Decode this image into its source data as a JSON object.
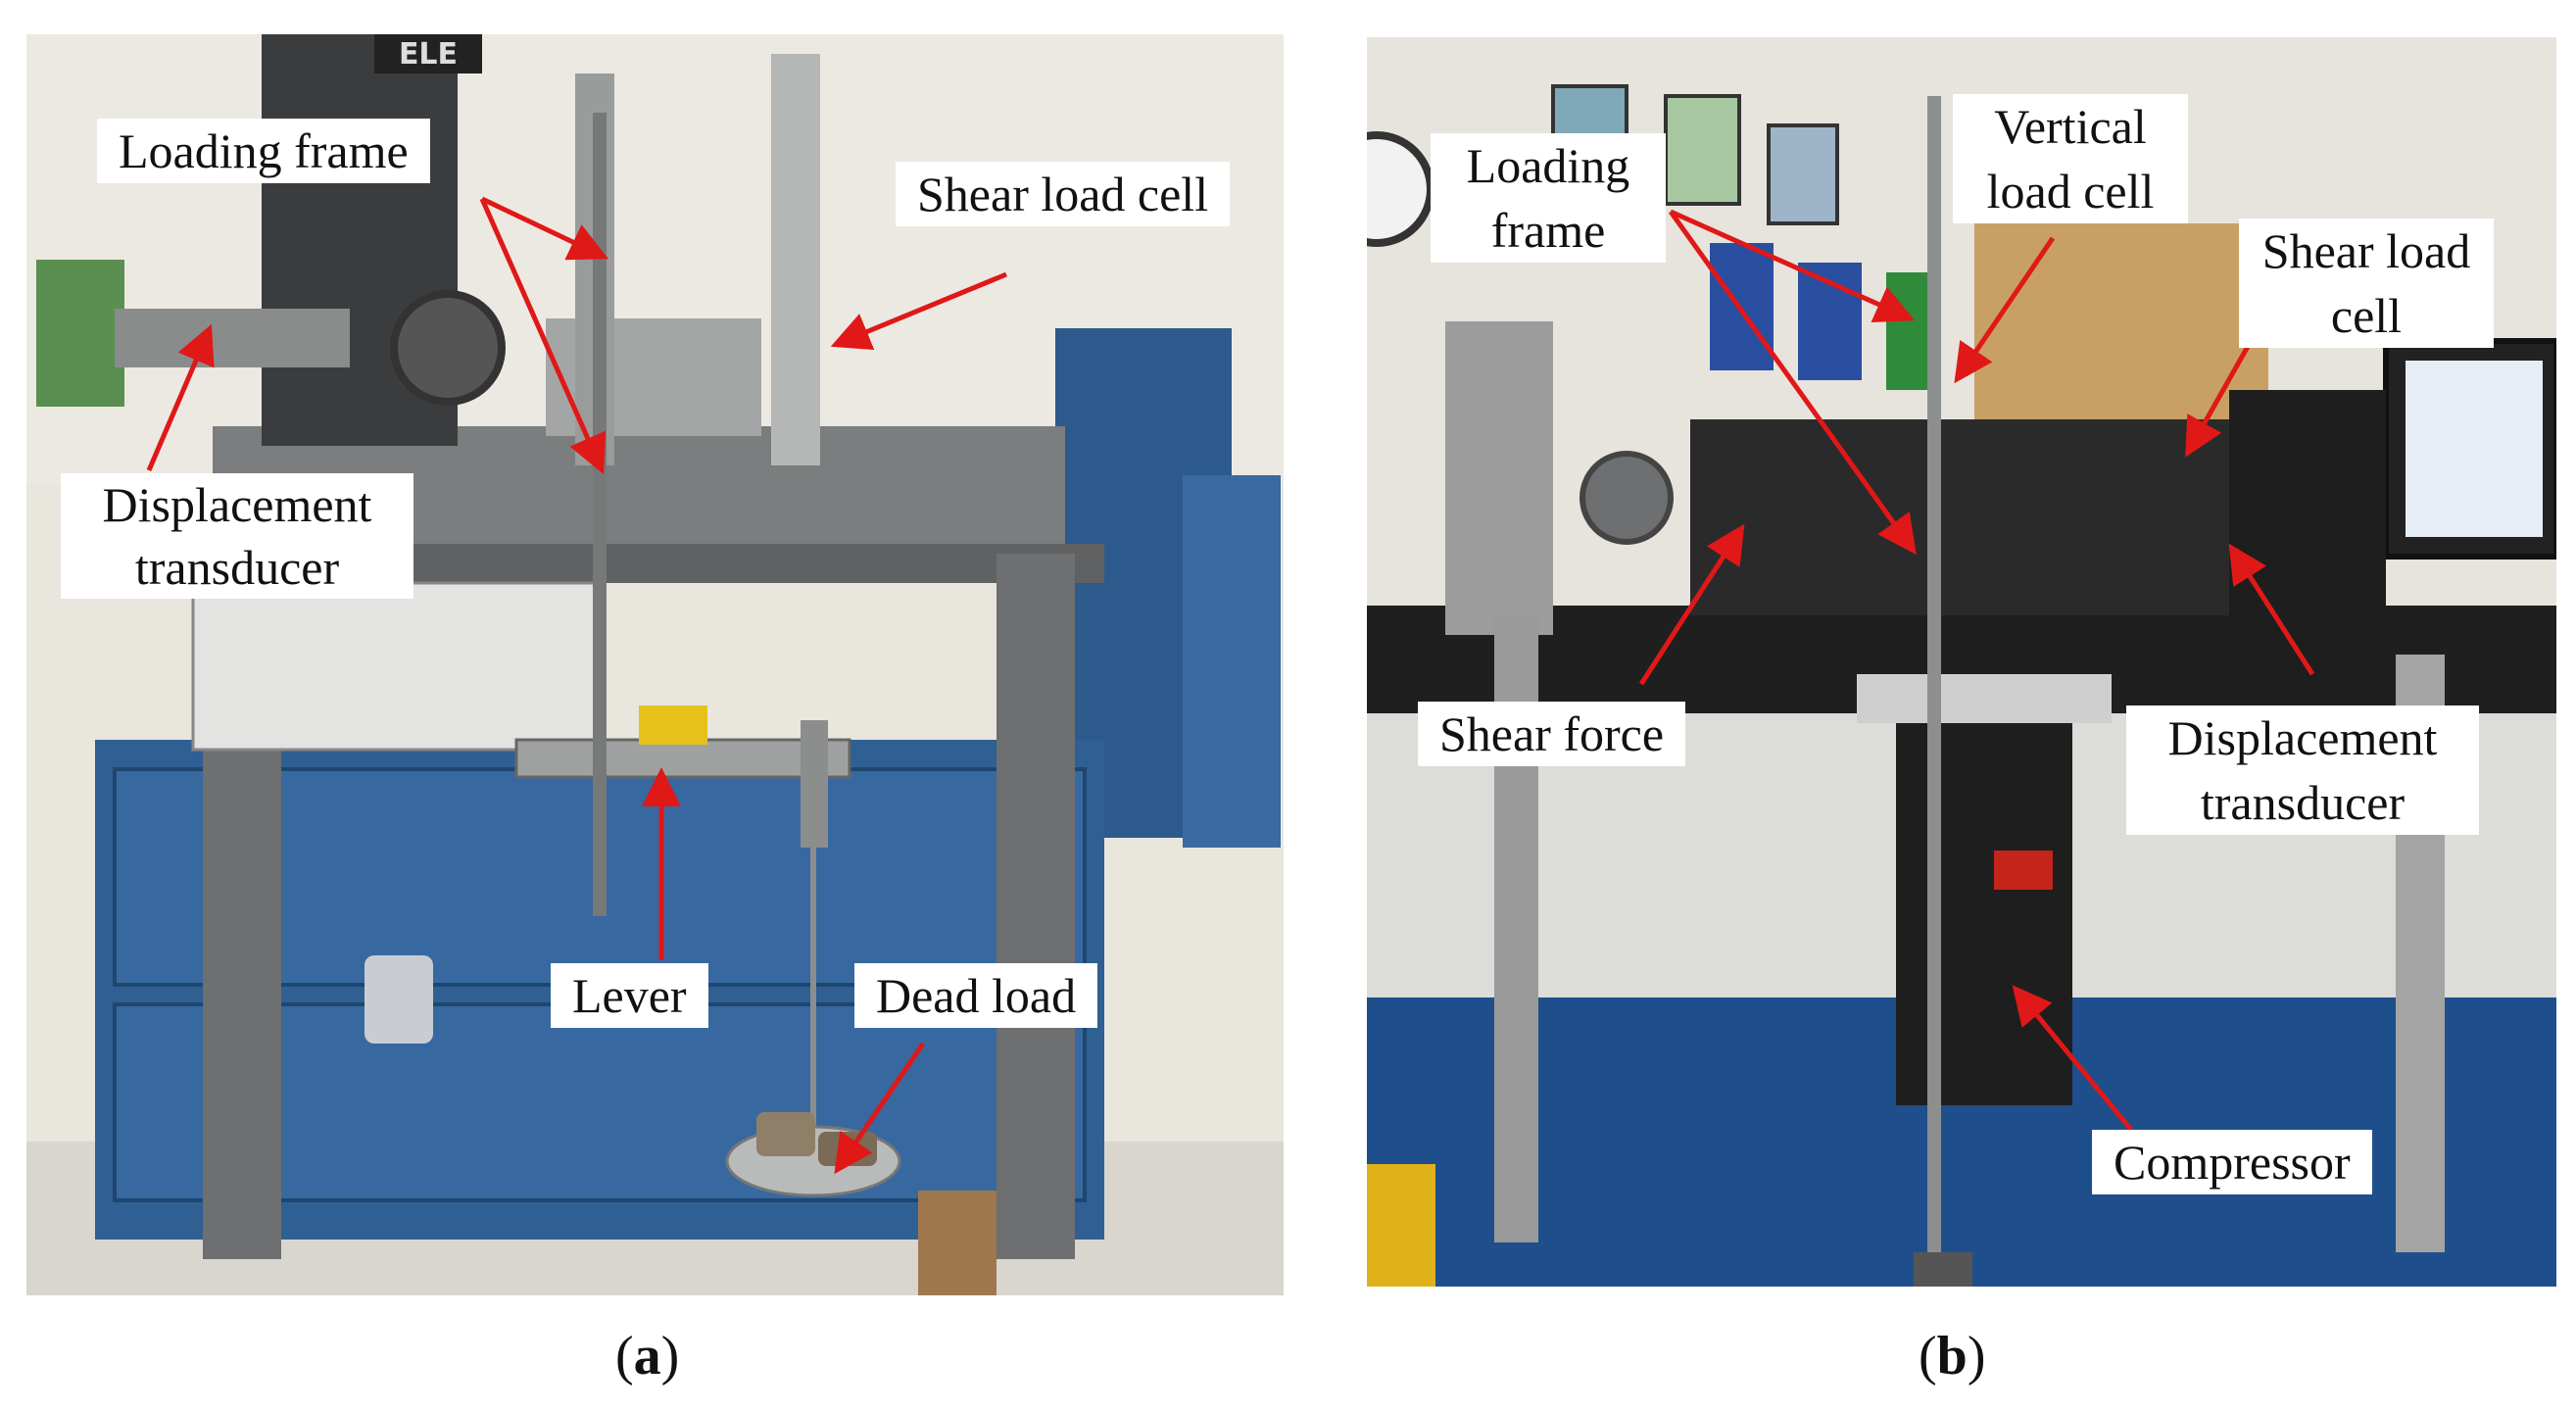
{
  "panel_a": {
    "caption_letter": "a",
    "labels": {
      "loading_frame": "Loading frame",
      "shear_load_cell": "Shear load cell",
      "displacement_line1": "Displacement",
      "displacement_line2": "transducer",
      "lever": "Lever",
      "dead_load": "Dead load"
    },
    "machine_brand": "ELE"
  },
  "panel_b": {
    "caption_letter": "b",
    "labels": {
      "loading_frame_line1": "Loading",
      "loading_frame_line2": "frame",
      "vertical_load_cell_line1": "Vertical",
      "vertical_load_cell_line2": "load cell",
      "shear_load_cell_line1": "Shear load",
      "shear_load_cell_line2": "cell",
      "shear_force": "Shear force",
      "displacement_line1": "Displacement",
      "displacement_line2": "transducer",
      "compressor": "Compressor"
    }
  },
  "colors": {
    "arrow": "#e01818",
    "cabinet_blue": "#2f5f93",
    "frame_gray": "#6d6f70",
    "box_black": "#1e1e1e"
  }
}
